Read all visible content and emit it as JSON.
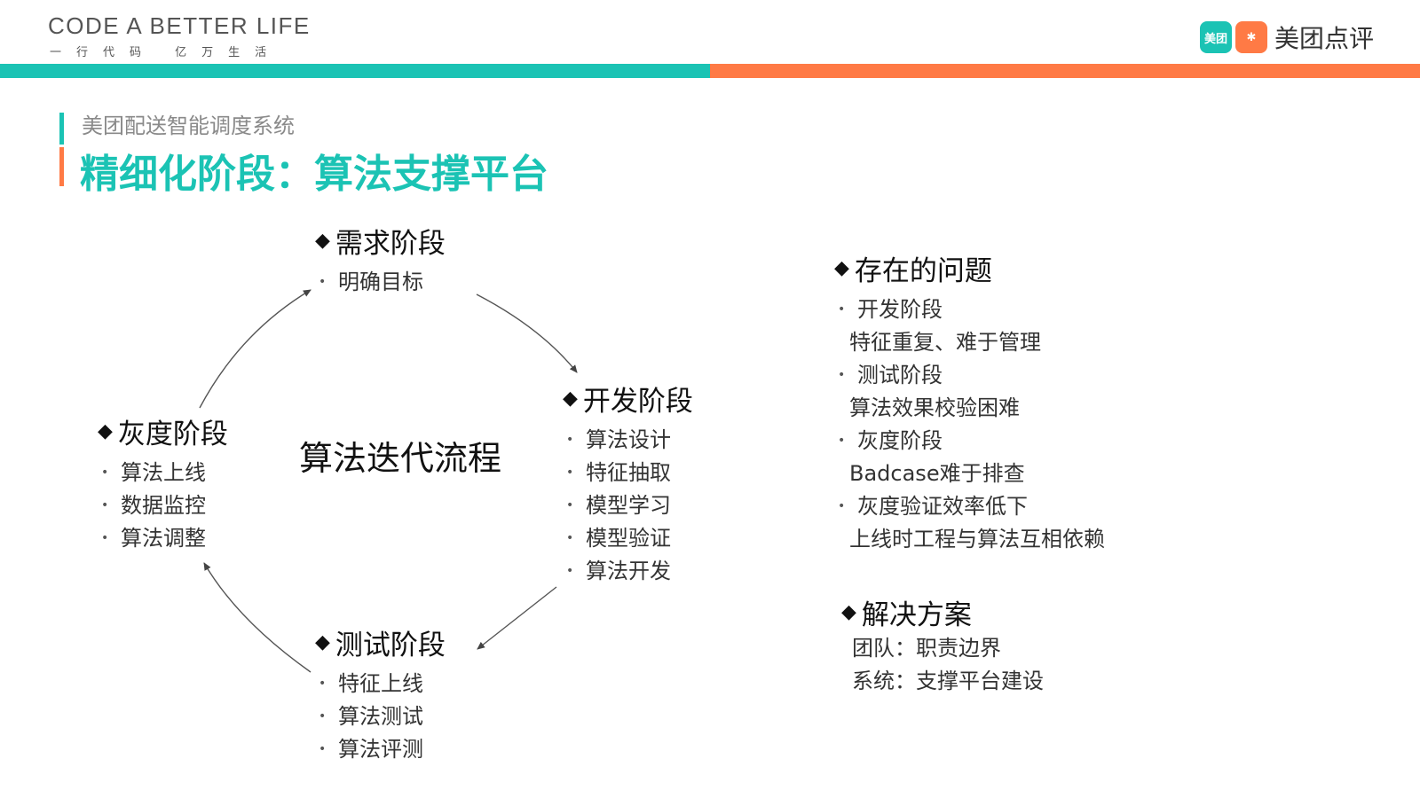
{
  "header": {
    "logo_main": "CODE A BETTER LIFE",
    "logo_sub": "一行代码 亿万生活",
    "brand_badge_left": "美团",
    "brand_badge_right": "✱",
    "brand_name": "美团点评"
  },
  "slide": {
    "subtitle": "美团配送智能调度系统",
    "title": "精细化阶段：算法支撑平台"
  },
  "diagram": {
    "center_label": "算法迭代流程",
    "stages": {
      "requirement": {
        "title": "需求阶段",
        "items": [
          "明确目标"
        ]
      },
      "development": {
        "title": "开发阶段",
        "items": [
          "算法设计",
          "特征抽取",
          "模型学习",
          "模型验证",
          "算法开发"
        ]
      },
      "testing": {
        "title": "测试阶段",
        "items": [
          "特征上线",
          "算法测试",
          "算法评测"
        ]
      },
      "grayscale": {
        "title": "灰度阶段",
        "items": [
          "算法上线",
          "数据监控",
          "算法调整"
        ]
      }
    }
  },
  "issues": {
    "title": "存在的问题",
    "items": [
      {
        "title": "开发阶段",
        "desc": "特征重复、难于管理"
      },
      {
        "title": "测试阶段",
        "desc": "算法效果校验困难"
      },
      {
        "title": "灰度阶段",
        "desc": "Badcase难于排查"
      },
      {
        "title": "灰度验证效率低下",
        "desc": "上线时工程与算法互相依赖"
      }
    ]
  },
  "solutions": {
    "title": "解决方案",
    "lines": [
      "团队：职责边界",
      "系统：支撑平台建设"
    ]
  },
  "symbols": {
    "diamond": "◆"
  },
  "colors": {
    "teal": "#1bc3b4",
    "orange": "#ff7a45",
    "title": "#1bc3b4",
    "accent_top": "#1bc3b4",
    "accent_bottom": "#ff7a45"
  }
}
